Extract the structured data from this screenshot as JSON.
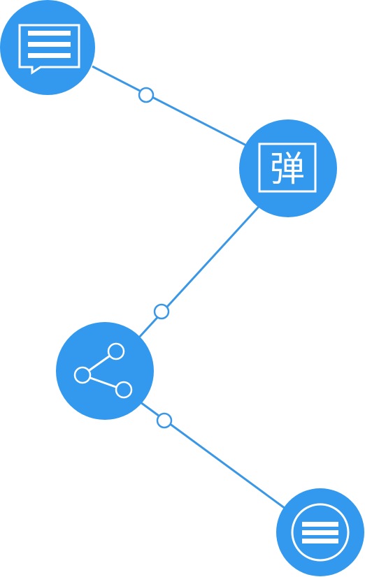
{
  "colors": {
    "accent": "#3399ee",
    "line": "#3a97e6",
    "glyph": "#ffffff"
  },
  "menu": {
    "nodes": [
      {
        "id": "comment",
        "icon": "comment-icon"
      },
      {
        "id": "danmu",
        "icon": "danmu-icon",
        "label": "弹"
      },
      {
        "id": "share",
        "icon": "share-icon"
      },
      {
        "id": "more",
        "icon": "menu-lines-icon"
      }
    ]
  }
}
